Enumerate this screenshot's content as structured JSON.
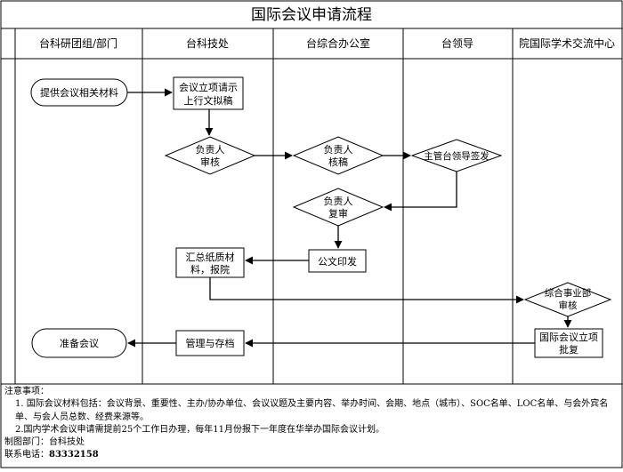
{
  "title": "国际会议申请流程",
  "lanes": [
    "台科研团组/部门",
    "台科技处",
    "台综合办公室",
    "台领导",
    "院国际学术交流中心"
  ],
  "nodes": {
    "provide_materials": "提供会议相关材料",
    "draft_l1": "会议立项请示",
    "draft_l2": "上行文拟稿",
    "review1_l1": "负责人",
    "review1_l2": "审核",
    "check_l1": "负责人",
    "check_l2": "核稿",
    "leader_sign": "主管台领导签发",
    "rereview_l1": "负责人",
    "rereview_l2": "复审",
    "issue_doc": "公文印发",
    "summary_l1": "汇总纸质材",
    "summary_l2": "料，报院",
    "business_l1": "综合事业部",
    "business_l2": "审核",
    "approval_l1": "国际会议立项",
    "approval_l2": "批复",
    "archive": "管理与存档",
    "prepare": "准备会议"
  },
  "notes": {
    "heading": "注意事项：",
    "item1_line1": "1. 国际会议材料包括：会议背景、重要性、主办/协办单位、会议议题及主要内容、举办时间、会期、地点（城市）、SOC名单、LOC名单、",
    "item1_line2": "与会外宾名单、与会人员总数、经费来源等。",
    "item2": "2.国内学术会议申请需提前25个工作日办理，每年11月份报下一年度在华举办国际会议计划。",
    "dept_label": "制图部门：",
    "dept_value": "台科技处",
    "phone_label": "联系电话：",
    "phone_value": "83332158"
  }
}
